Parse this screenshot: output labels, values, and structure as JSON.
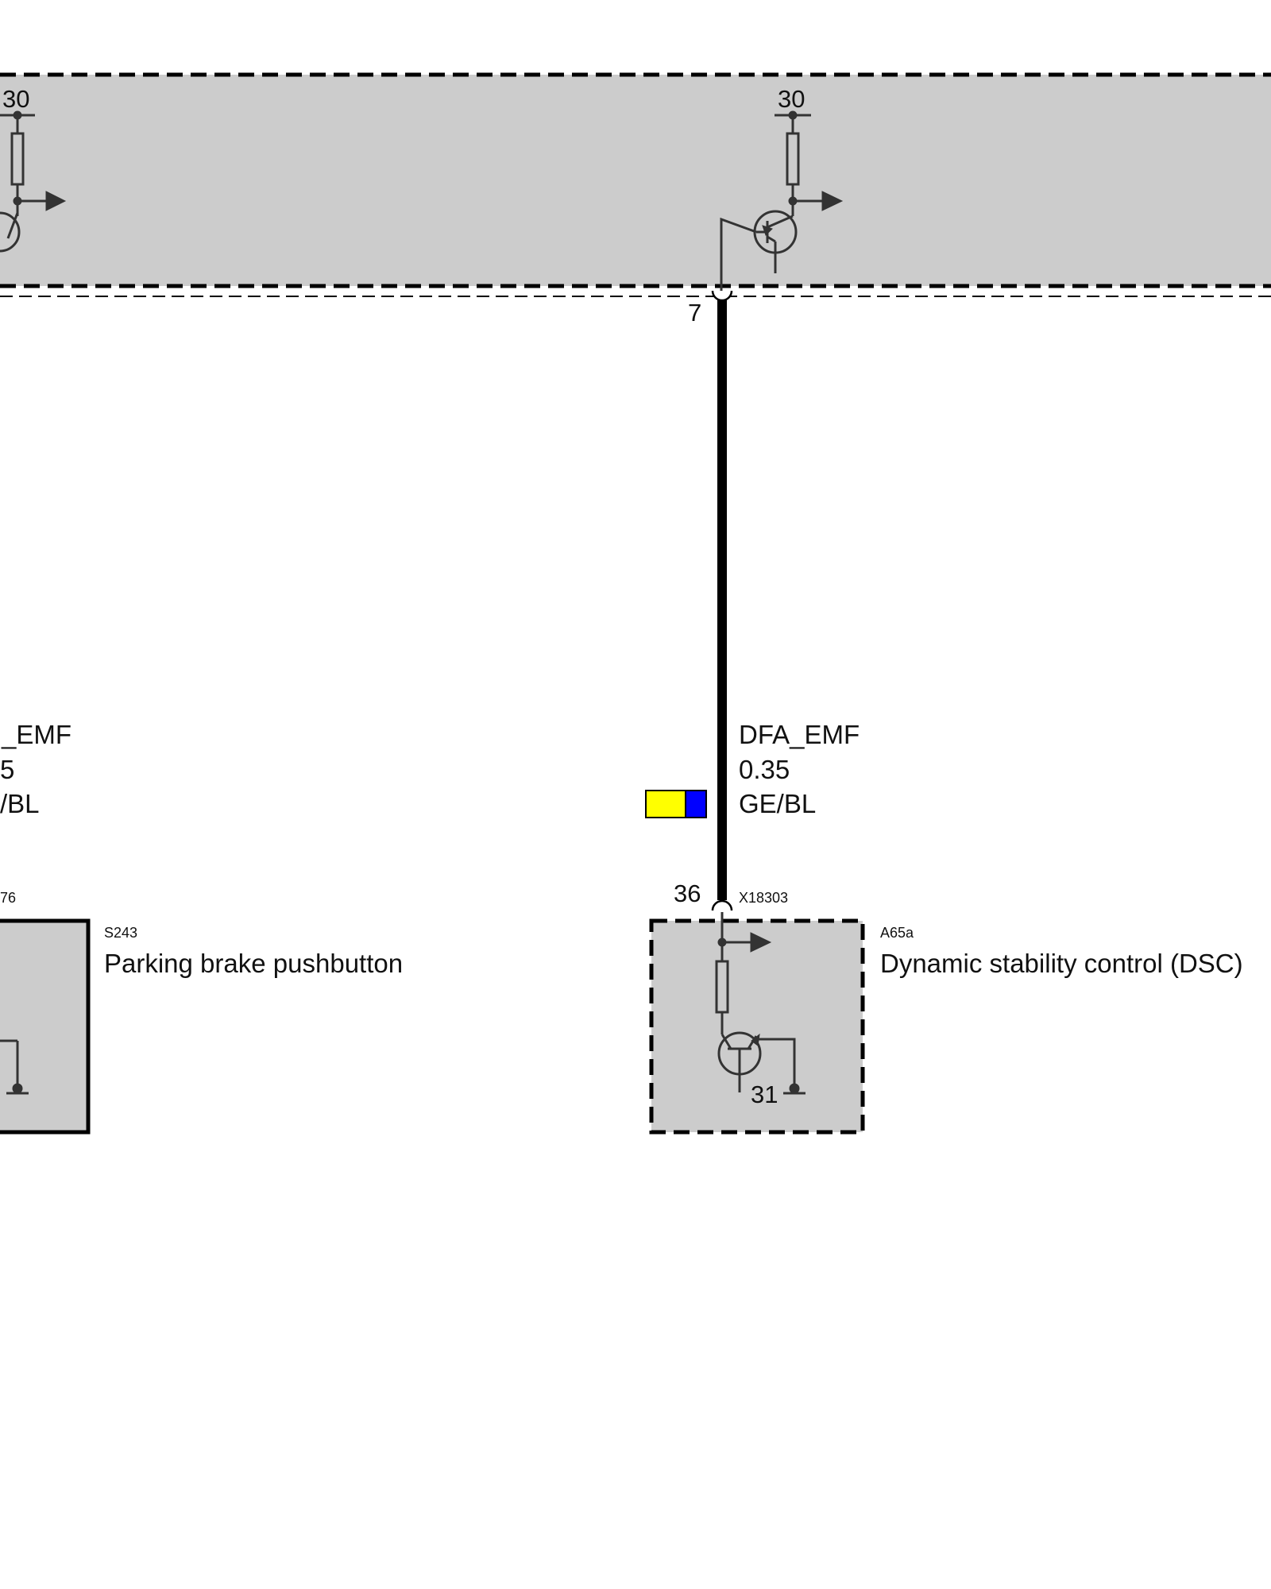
{
  "top_module": {
    "pin_label_left": "30",
    "pin_label_right": "30",
    "connector_pin": "7"
  },
  "wire_left": {
    "signal": "_EMF",
    "size": "5",
    "color_code": "/BL"
  },
  "wire_right": {
    "signal": "DFA_EMF",
    "size": "0.35",
    "color_code": "GE/BL",
    "swatch_colors": [
      "#ffff00",
      "#0000ff"
    ]
  },
  "left_component": {
    "connector_code": "76",
    "code": "S243",
    "name": "Parking brake pushbutton"
  },
  "right_component": {
    "connector_pin": "36",
    "connector_code": "X18303",
    "code": "A65a",
    "name": "Dynamic stability control (DSC)",
    "ground_label": "31"
  },
  "colors": {
    "module_fill": "#cccccc",
    "wire": "#000000"
  }
}
